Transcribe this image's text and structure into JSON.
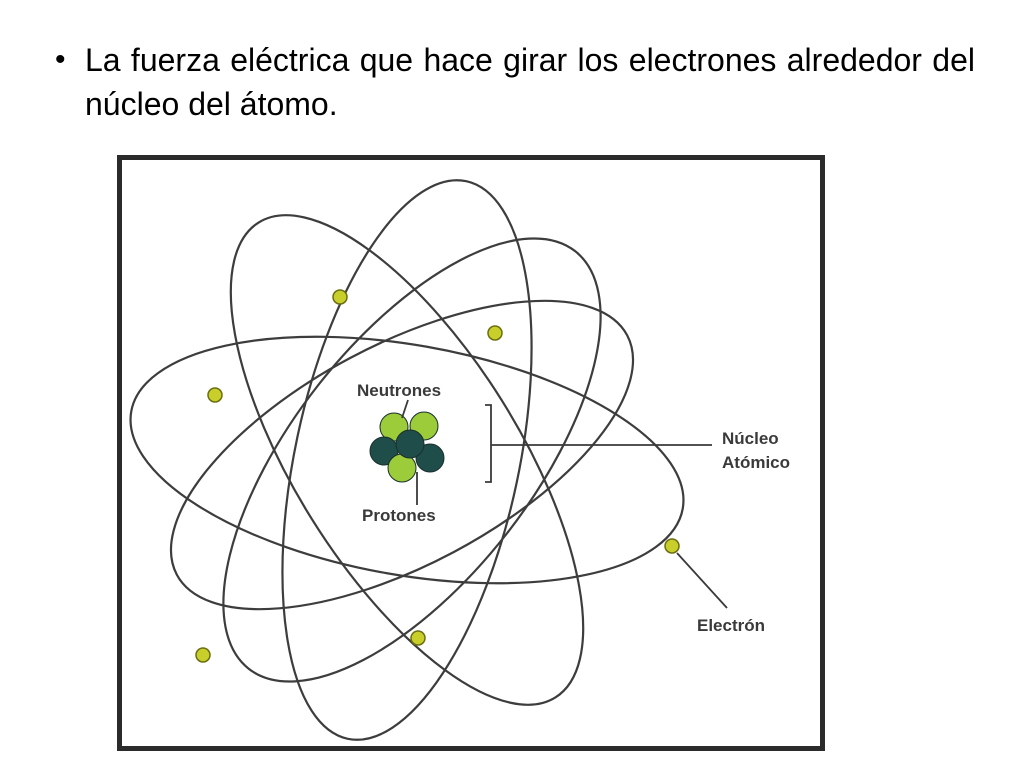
{
  "slide": {
    "bullet_symbol": "•",
    "bullet_text": "La fuerza eléctrica que hace girar los electrones alrededor del núcleo del átomo."
  },
  "diagram": {
    "labels": {
      "neutrons": "Neutrones",
      "protons": "Protones",
      "nucleus_line1": "Núcleo",
      "nucleus_line2": "Atómico",
      "electron": "Electrón"
    },
    "colors": {
      "orbit": "#3d3d3d",
      "electron_fill": "#c9cf2a",
      "electron_stroke": "#6b6e10",
      "proton_fill": "#9ccc3a",
      "neutron_fill": "#1f4d4a",
      "frame": "#2b2b2b",
      "label": "#3a3a3a"
    }
  }
}
